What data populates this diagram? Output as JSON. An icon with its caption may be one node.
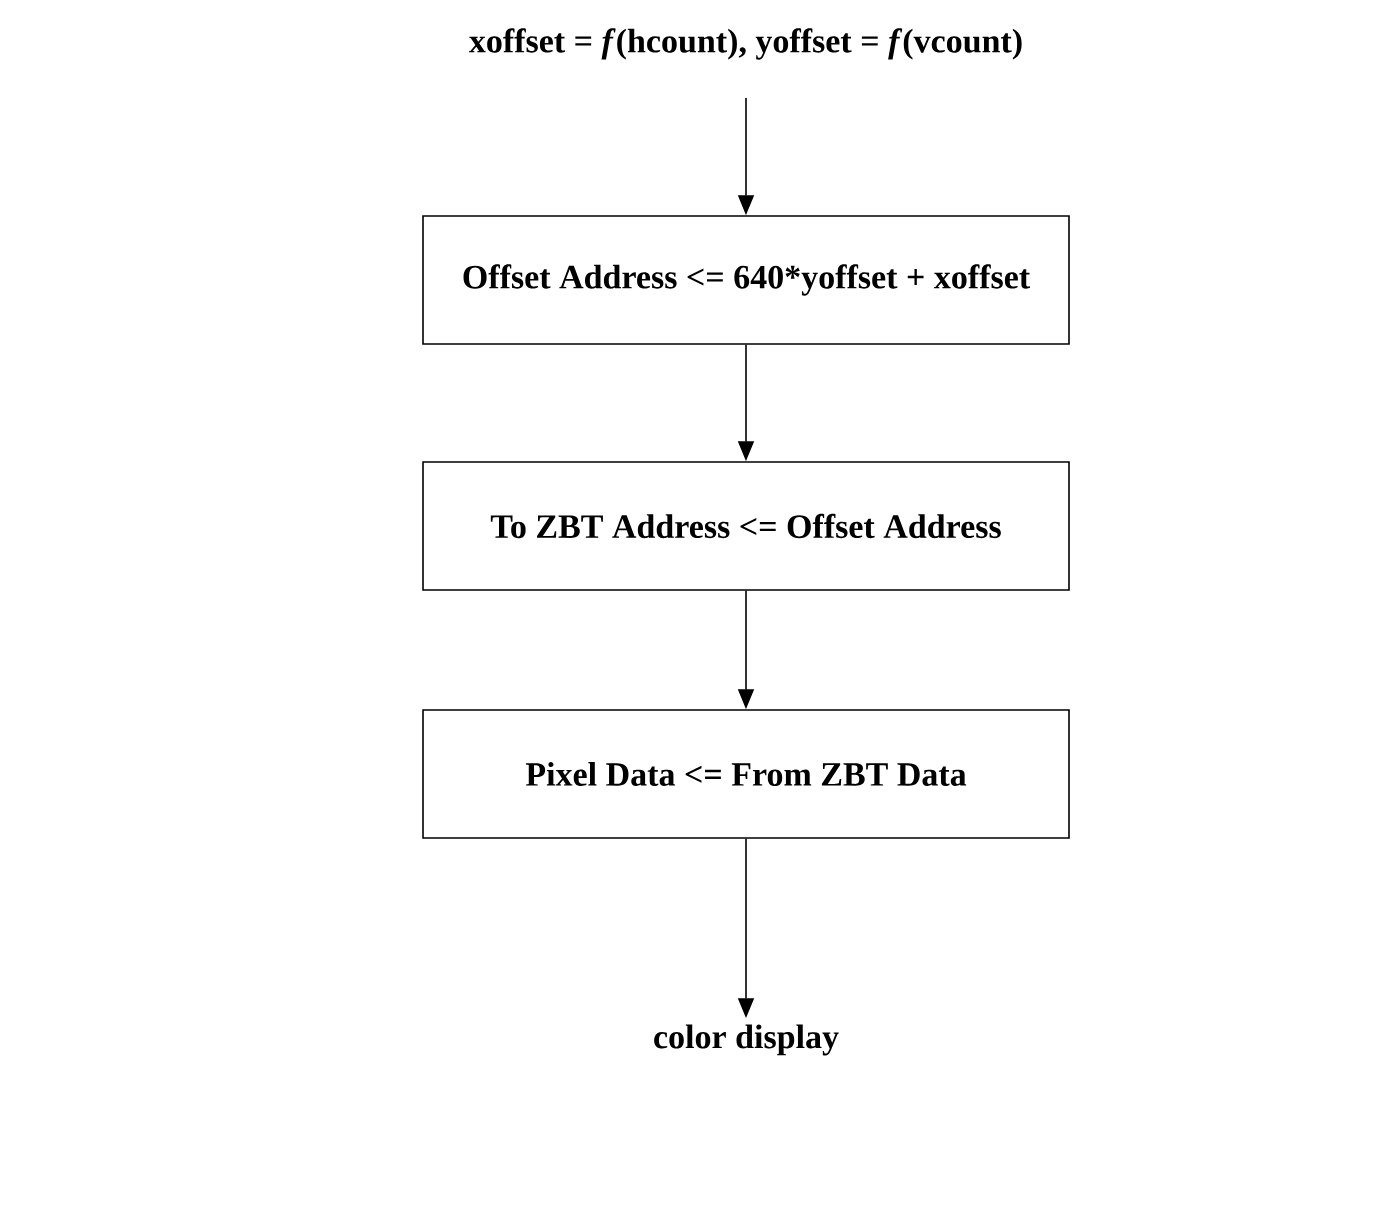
{
  "diagram": {
    "nodes": [
      {
        "text": [
          "xoffset = *f*(hcount), yoffset = *f*(vcount)"
        ]
      },
      {
        "text": [
          "Offset Address <= 640*yoffset + xoffset"
        ]
      },
      {
        "text": [
          "To ZBT Address <= Offset Address"
        ]
      },
      {
        "text": [
          "Pixel Data <= From ZBT Data"
        ]
      },
      {
        "text": [
          "color display"
        ]
      }
    ],
    "edges": [
      {
        "from": 0,
        "to": 1,
        "arrow": "to"
      },
      {
        "from": 1,
        "to": 2,
        "arrow": "to"
      },
      {
        "from": 2,
        "to": 3,
        "arrow": "to"
      },
      {
        "from": 3,
        "to": 4,
        "arrow": "to"
      }
    ]
  }
}
